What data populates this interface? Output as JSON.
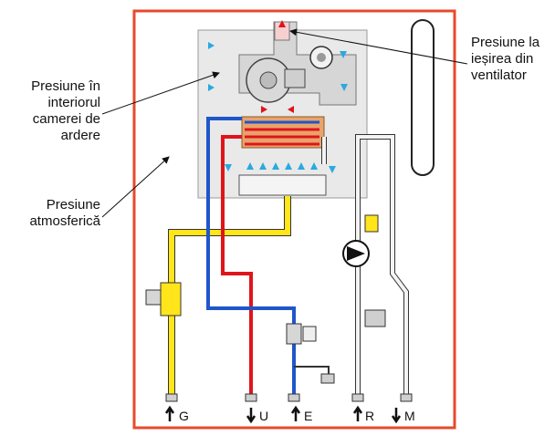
{
  "callouts": {
    "chamber_pressure": "Presiune în\ninteriorul\ncamerei de\nardere",
    "atmospheric_pressure": "Presiune\natmosferică",
    "fan_outlet_pressure": "Presiune la\nieșirea din\nventilator"
  },
  "ports": [
    {
      "id": "G",
      "label": "G",
      "direction": "in"
    },
    {
      "id": "U",
      "label": "U",
      "direction": "out"
    },
    {
      "id": "E",
      "label": "E",
      "direction": "in"
    },
    {
      "id": "R",
      "label": "R",
      "direction": "in"
    },
    {
      "id": "M",
      "label": "M",
      "direction": "out"
    }
  ],
  "colors": {
    "frame": "#e8492b",
    "gas_pipe": "#ffe51a",
    "hot_pipe": "#e0141b",
    "cold_pipe": "#1f56c9",
    "return_pipe": "#f4f4f4",
    "chamber": "#e9e9e9",
    "air_arrow": "#2aa9e0",
    "fan_arrow": "#e0141b"
  },
  "icons": {
    "air_flow": "air-flow-arrow-icon",
    "inlet": "arrow-up-icon",
    "outlet": "arrow-down-icon"
  }
}
